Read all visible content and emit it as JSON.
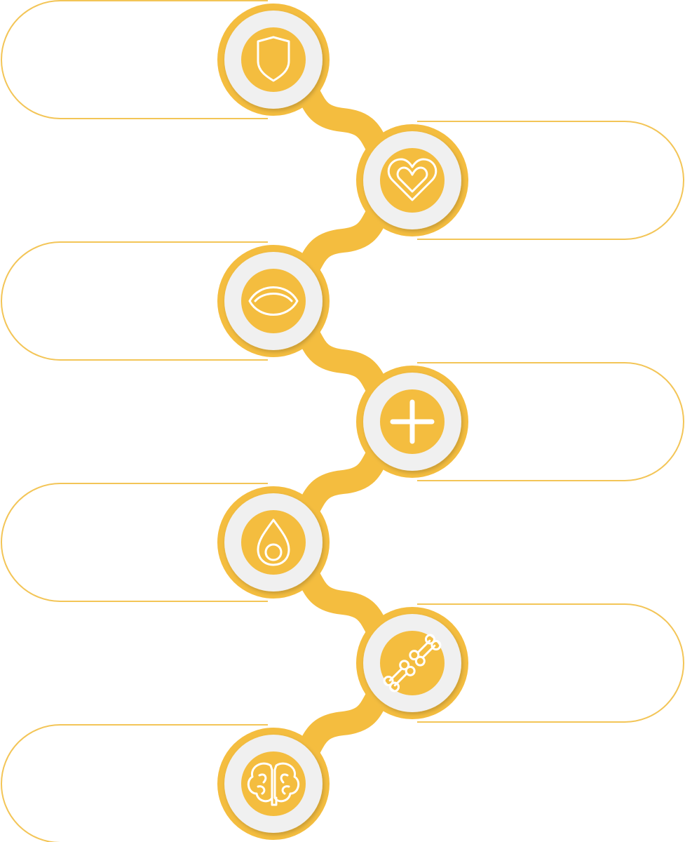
{
  "colors": {
    "accent": "#f4bd3f",
    "badge": "#f0f0f0",
    "outline": "#f3c557",
    "icon_stroke": "#ffffff"
  },
  "steps": [
    {
      "icon": "shield-icon",
      "side": "left",
      "text": ""
    },
    {
      "icon": "heart-icon",
      "side": "right",
      "text": ""
    },
    {
      "icon": "eye-icon",
      "side": "left",
      "text": ""
    },
    {
      "icon": "plus-icon",
      "side": "right",
      "text": ""
    },
    {
      "icon": "drop-icon",
      "side": "left",
      "text": ""
    },
    {
      "icon": "bone-icon",
      "side": "right",
      "text": ""
    },
    {
      "icon": "brain-icon",
      "side": "left",
      "text": ""
    }
  ]
}
